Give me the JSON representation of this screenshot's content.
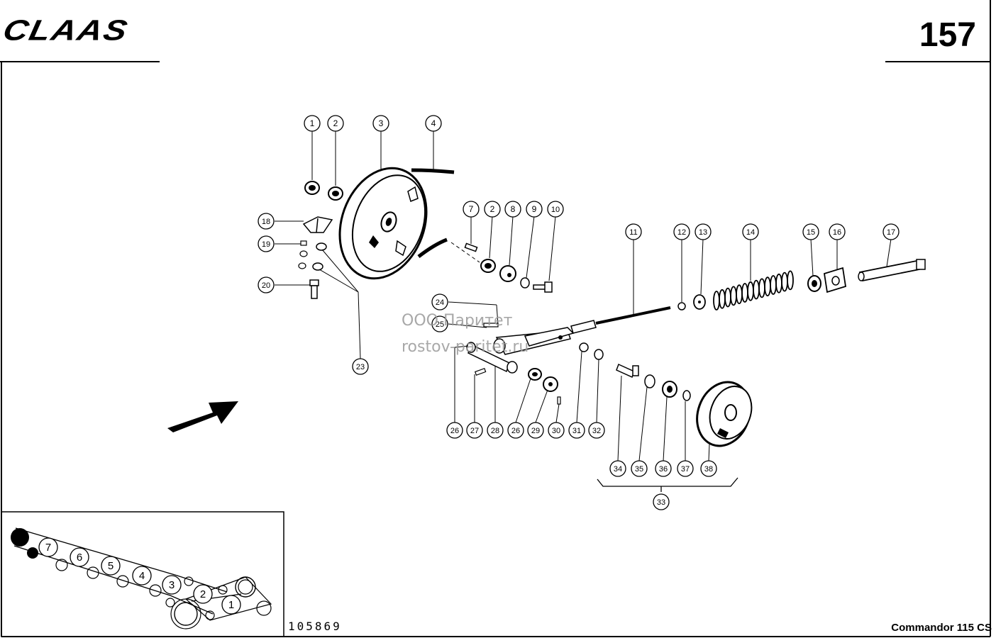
{
  "header": {
    "brand_logo": "CLAAS",
    "page_number": "157"
  },
  "footer": {
    "drawing_number": "105869",
    "model": "Commandor 115 CS"
  },
  "watermark": {
    "line1": "ООО Паритет",
    "line2": "rostov-paritet.ru"
  },
  "callouts": [
    {
      "label": "1"
    },
    {
      "label": "2"
    },
    {
      "label": "3"
    },
    {
      "label": "4"
    },
    {
      "label": "7"
    },
    {
      "label": "2"
    },
    {
      "label": "8"
    },
    {
      "label": "9"
    },
    {
      "label": "10"
    },
    {
      "label": "11"
    },
    {
      "label": "12"
    },
    {
      "label": "13"
    },
    {
      "label": "14"
    },
    {
      "label": "15"
    },
    {
      "label": "16"
    },
    {
      "label": "17"
    },
    {
      "label": "18"
    },
    {
      "label": "19"
    },
    {
      "label": "20"
    },
    {
      "label": "23"
    },
    {
      "label": "24"
    },
    {
      "label": "25"
    },
    {
      "label": "26"
    },
    {
      "label": "27"
    },
    {
      "label": "28"
    },
    {
      "label": "26"
    },
    {
      "label": "29"
    },
    {
      "label": "30"
    },
    {
      "label": "31"
    },
    {
      "label": "32"
    },
    {
      "label": "34"
    },
    {
      "label": "35"
    },
    {
      "label": "36"
    },
    {
      "label": "37"
    },
    {
      "label": "38"
    },
    {
      "label": "33"
    }
  ],
  "inset_labels": [
    "7",
    "6",
    "5",
    "4",
    "3",
    "2",
    "1"
  ]
}
